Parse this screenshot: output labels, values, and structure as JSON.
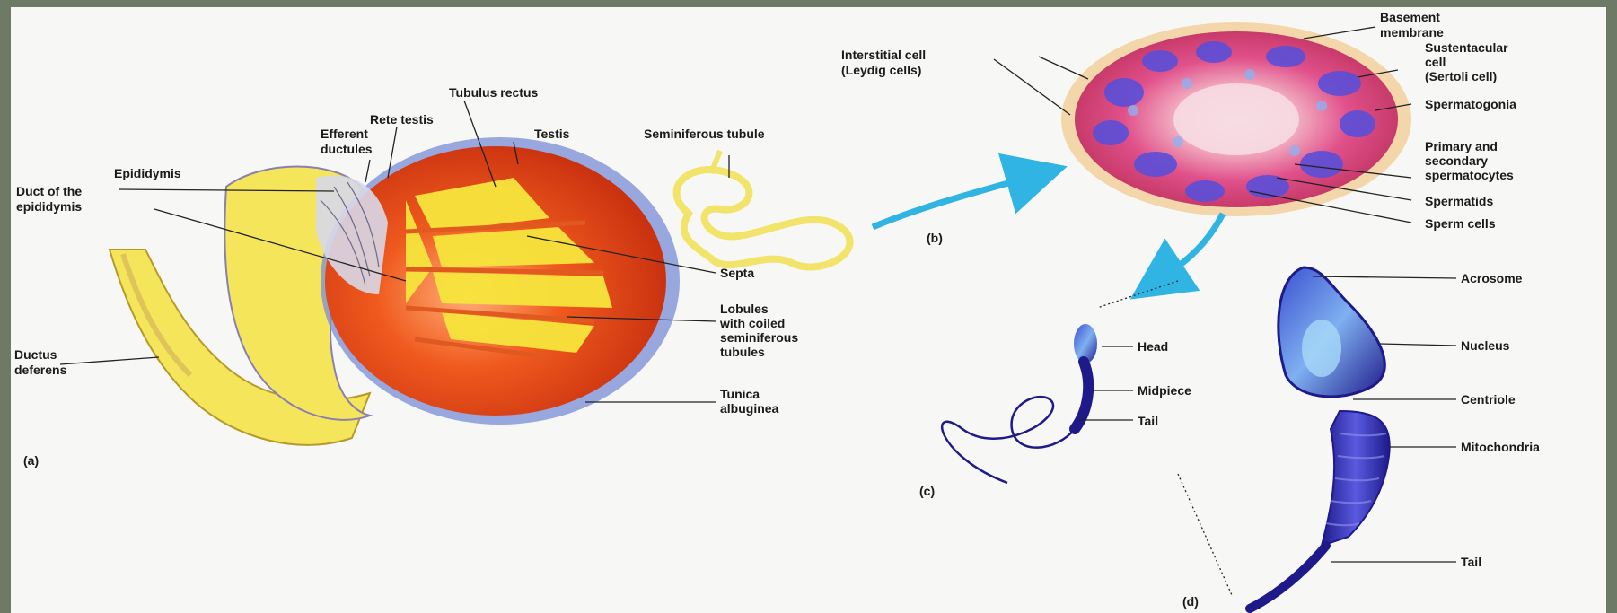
{
  "diagram": {
    "panel_a": {
      "panel_letter": "(a)",
      "labels": {
        "tubulus_rectus": "Tubulus rectus",
        "rete_testis": "Rete testis",
        "efferent_ductules": [
          "Efferent",
          "ductules"
        ],
        "testis": "Testis",
        "seminiferous_tubule": "Seminiferous tubule",
        "epididymis": "Epididymis",
        "duct_of_epididymis": [
          "Duct of the",
          "epididymis"
        ],
        "septa": "Septa",
        "lobules": [
          "Lobules",
          "with coiled",
          "seminiferous",
          "tubules"
        ],
        "ductus_deferens": [
          "Ductus",
          "deferens"
        ],
        "tunica_albuginea": [
          "Tunica",
          "albuginea"
        ]
      }
    },
    "panel_b": {
      "panel_letter": "(b)",
      "labels": {
        "interstitial_cell": [
          "Interstitial cell",
          "(Leydig cells)"
        ],
        "basement_membrane": [
          "Basement",
          "membrane"
        ],
        "sustentacular_cell": [
          "Sustentacular",
          "cell",
          "(Sertoli cell)"
        ],
        "spermatogonia": "Spermatogonia",
        "spermatocytes": [
          "Primary and",
          "secondary",
          "spermatocytes"
        ],
        "spermatids": "Spermatids",
        "sperm_cells": "Sperm cells"
      }
    },
    "panel_c": {
      "panel_letter": "(c)",
      "labels": {
        "head": "Head",
        "midpiece": "Midpiece",
        "tail": "Tail"
      }
    },
    "panel_d": {
      "panel_letter": "(d)",
      "labels": {
        "acrosome": "Acrosome",
        "nucleus": "Nucleus",
        "centriole": "Centriole",
        "mitochondria": "Mitochondria",
        "tail": "Tail"
      }
    },
    "colors": {
      "testis_orange": "#f05a1e",
      "tubule_yellow": "#f7e53c",
      "epididymis_yellow": "#f5e55a",
      "tunica_blue": "#6a7fc8",
      "tubule_red": "#e8447a",
      "nuclei_blue": "#5a4fd8",
      "sperm_navy": "#1e1a8a",
      "arrow_cyan": "#2fb4e4"
    }
  }
}
